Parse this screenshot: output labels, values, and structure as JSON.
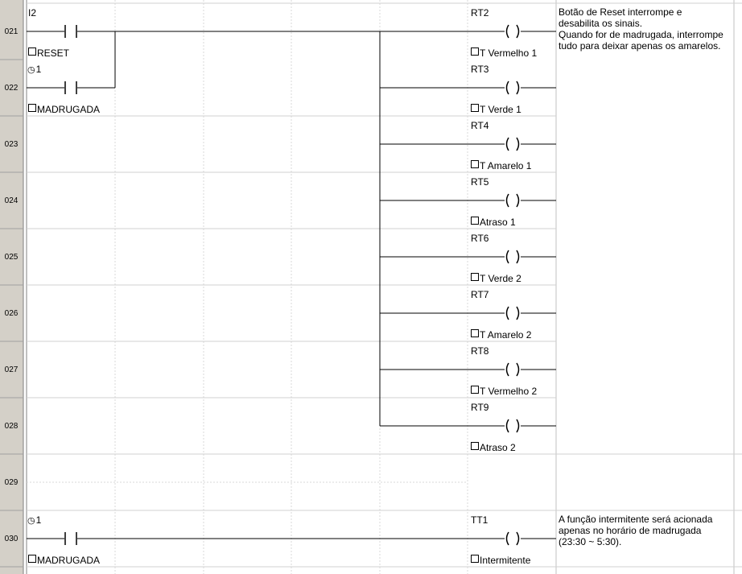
{
  "rungs": [
    {
      "number": "021",
      "contact": {
        "address": "I2",
        "label": "RESET",
        "type": "input"
      },
      "coil": {
        "address": "RT2",
        "label": "T Vermelho 1"
      },
      "comment": [
        "Botão de Reset interrompe e",
        "desabilita os sinais.",
        "Quando for de madrugada, interrompe",
        "tudo para deixar apenas os amarelos."
      ]
    },
    {
      "number": "022",
      "contact": {
        "address": "1",
        "label": "MADRUGADA",
        "type": "clock"
      },
      "coil": {
        "address": "RT3",
        "label": "T Verde 1"
      }
    },
    {
      "number": "023",
      "coil": {
        "address": "RT4",
        "label": "T Amarelo 1"
      }
    },
    {
      "number": "024",
      "coil": {
        "address": "RT5",
        "label": "Atraso 1"
      }
    },
    {
      "number": "025",
      "coil": {
        "address": "RT6",
        "label": "T Verde 2"
      }
    },
    {
      "number": "026",
      "coil": {
        "address": "RT7",
        "label": "T Amarelo 2"
      }
    },
    {
      "number": "027",
      "coil": {
        "address": "RT8",
        "label": "T Vermelho 2"
      }
    },
    {
      "number": "028",
      "coil": {
        "address": "RT9",
        "label": "Atraso 2"
      }
    },
    {
      "number": "029"
    },
    {
      "number": "030",
      "contact": {
        "address": "1",
        "label": "MADRUGADA",
        "type": "clock"
      },
      "coil": {
        "address": "TT1",
        "label": "Intermitente"
      },
      "comment": [
        "A função intermitente será acionada",
        "apenas no horário de madrugada",
        "(23:30 ~ 5:30)."
      ]
    }
  ],
  "symbols": {
    "clock_icon": "clock-icon",
    "box_icon": "variable-box-icon"
  },
  "colors": {
    "number_column": "#d4d0c8",
    "grid": "#c0c0c0",
    "wire": "#000000",
    "background": "#ffffff"
  }
}
